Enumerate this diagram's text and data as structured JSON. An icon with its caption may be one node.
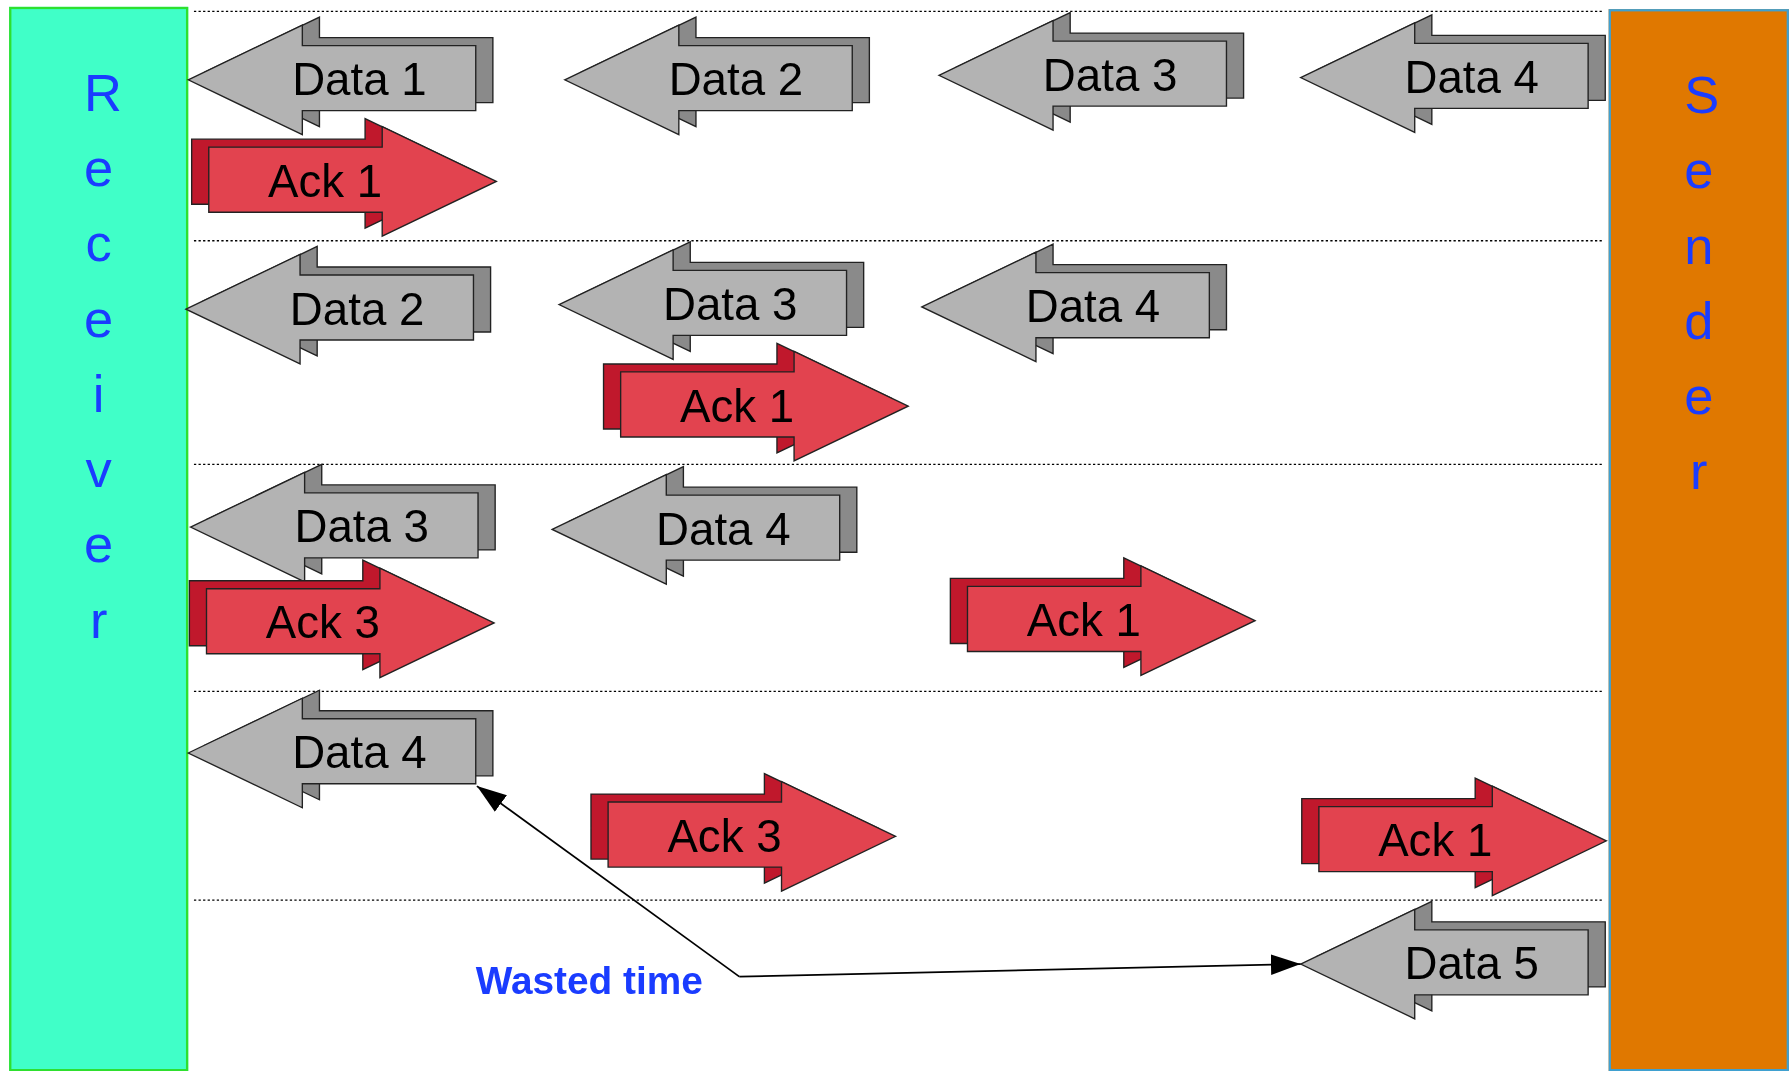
{
  "diagram": {
    "nodes": [
      {
        "text": [
          "Receiver"
        ]
      },
      {
        "text": [
          "Sender"
        ]
      },
      {
        "text": [
          "Data 1"
        ]
      },
      {
        "text": [
          "Data 2"
        ]
      },
      {
        "text": [
          "Data 3"
        ]
      },
      {
        "text": [
          "Data 4"
        ]
      },
      {
        "text": [
          "Ack 1"
        ]
      },
      {
        "text": [
          "Data 2"
        ]
      },
      {
        "text": [
          "Data 3"
        ]
      },
      {
        "text": [
          "Data 4"
        ]
      },
      {
        "text": [
          "Ack 1"
        ]
      },
      {
        "text": [
          "Data 3"
        ]
      },
      {
        "text": [
          "Data 4"
        ]
      },
      {
        "text": [
          "Ack 3"
        ]
      },
      {
        "text": [
          "Ack 1"
        ]
      },
      {
        "text": [
          "Data 4"
        ]
      },
      {
        "text": [
          "Ack 3"
        ]
      },
      {
        "text": [
          "Ack 1"
        ]
      },
      {
        "text": [
          "Data 5"
        ]
      },
      {
        "text": [
          "Wasted time"
        ]
      }
    ],
    "edges": [
      {
        "from": 19,
        "to": 15,
        "arrow": "to"
      },
      {
        "from": 19,
        "to": 18,
        "arrow": "to"
      }
    ]
  }
}
